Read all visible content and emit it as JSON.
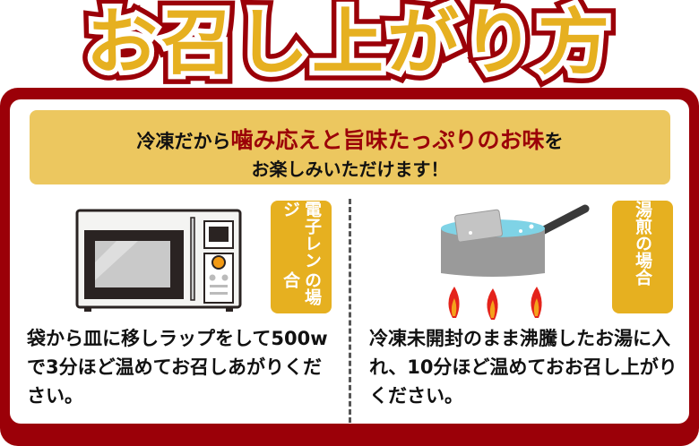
{
  "title": "お召し上がり方",
  "banner": {
    "line1_pre": "冷凍だから",
    "line1_highlight": "噛み応えと旨味たっぷりのお味",
    "line1_post": "を",
    "line2": "お楽しみいただけます！"
  },
  "microwave": {
    "tag_col1": "電子レンジ",
    "tag_col2": "の場合",
    "description": "袋から皿に移しラップをして500wで3分ほど温めてお召しあがりください。"
  },
  "boil": {
    "tag_col1": "湯煎",
    "tag_col2": "の場合",
    "description": "冷凍未開封のまま沸騰したお湯に入れ、10分ほど温めておお召し上がりください。"
  },
  "colors": {
    "accent_red": "#9b0008",
    "gold": "#e6b020",
    "banner": "#ecc75f"
  }
}
